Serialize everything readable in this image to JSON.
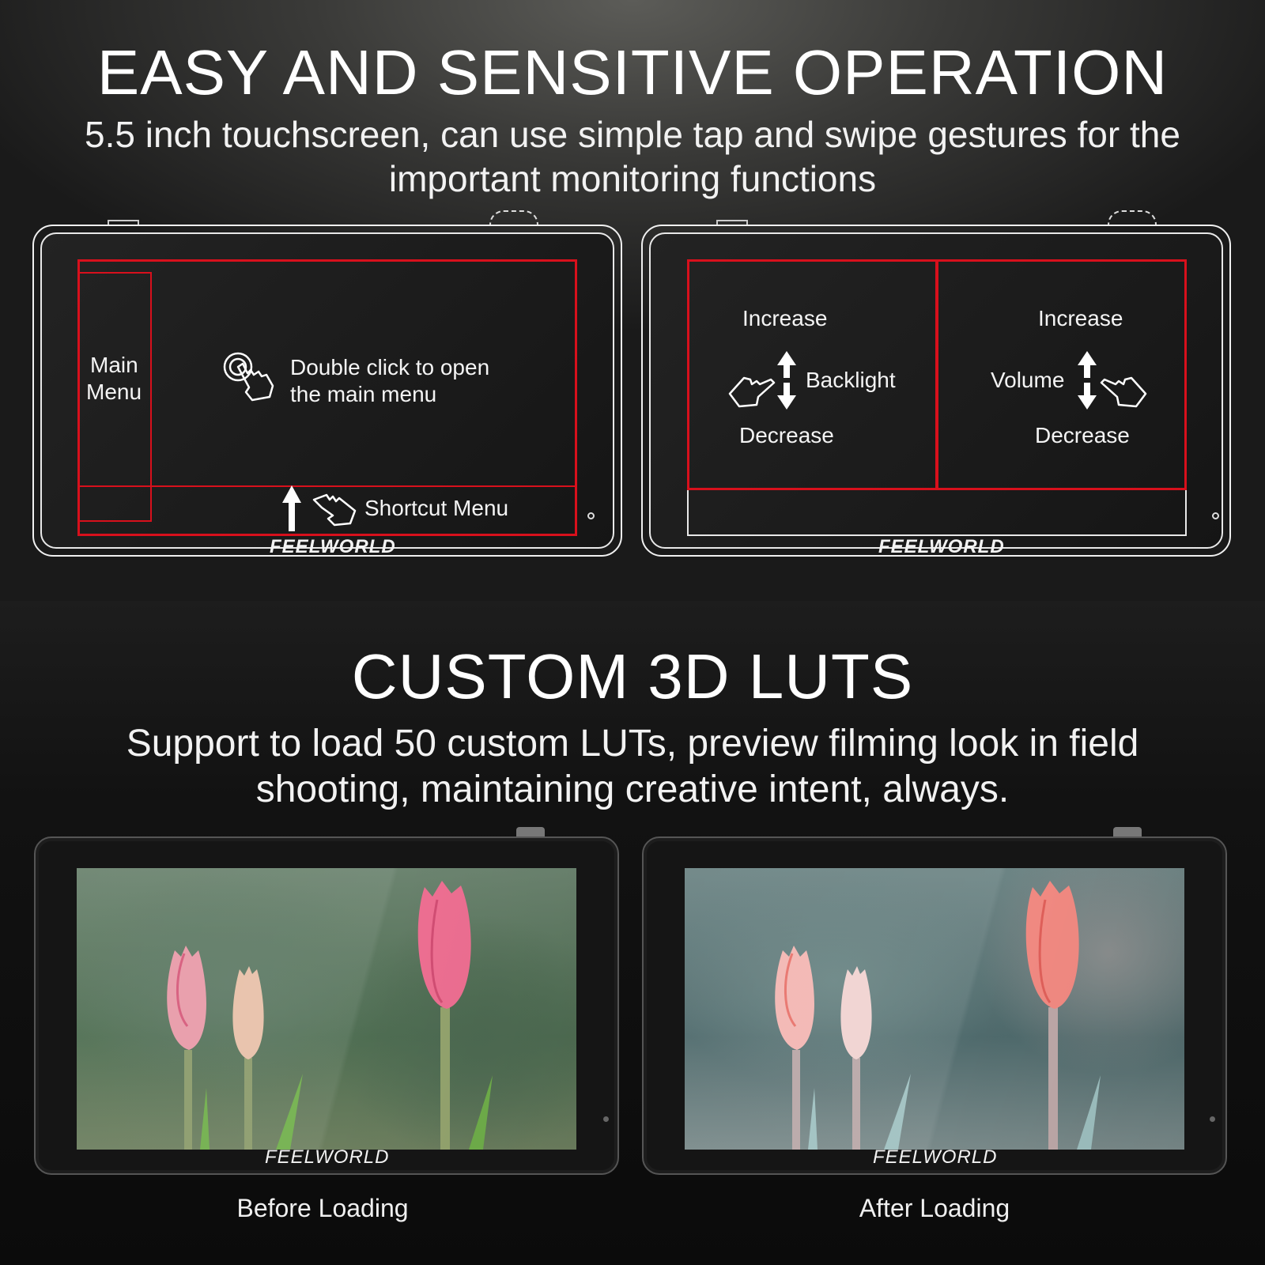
{
  "section1": {
    "title": "EASY AND SENSITIVE OPERATION",
    "subtitle_line1": "5.5 inch touchscreen, can use simple tap and swipe gestures for the",
    "subtitle_line2": "important monitoring functions",
    "left_diagram": {
      "brand": "FEELWORLD",
      "main_menu_line1": "Main",
      "main_menu_line2": "Menu",
      "double_click_line1": "Double click to open",
      "double_click_line2": "the main menu",
      "shortcut_menu": "Shortcut Menu"
    },
    "right_diagram": {
      "brand": "FEELWORLD",
      "left_zone": {
        "increase": "Increase",
        "label": "Backlight",
        "decrease": "Decrease"
      },
      "right_zone": {
        "increase": "Increase",
        "label": "Volume",
        "decrease": "Decrease"
      }
    }
  },
  "section2": {
    "title": "CUSTOM 3D LUTS",
    "subtitle_line1": "Support to load 50 custom LUTs, preview filming look in field",
    "subtitle_line2": "shooting, maintaining creative intent, always.",
    "before": {
      "brand": "FEELWORLD",
      "caption": "Before Loading"
    },
    "after": {
      "brand": "FEELWORLD",
      "caption": "After Loading"
    }
  },
  "colors": {
    "zone_red": "#d8101c",
    "outline_white": "#f0f0f0"
  },
  "icons": {
    "tap": "double-tap-hand-icon",
    "swipe": "swipe-hand-icon",
    "up": "arrow-up-icon",
    "down": "arrow-down-icon"
  }
}
